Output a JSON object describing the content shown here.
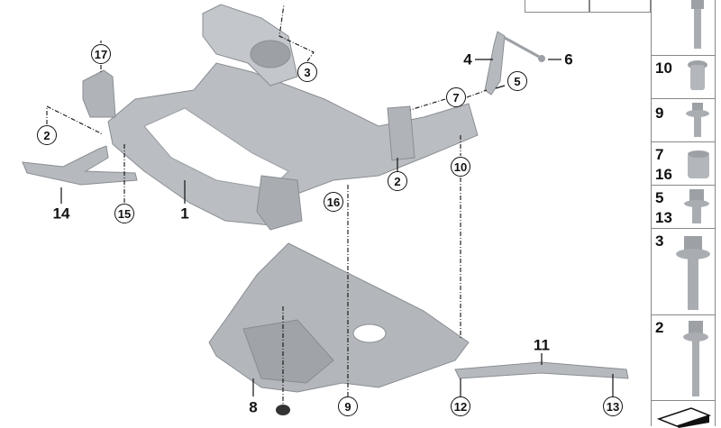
{
  "diagram": {
    "plain_callouts": [
      "1",
      "4",
      "6",
      "8",
      "11",
      "14"
    ],
    "circled_callouts": [
      "17",
      "3",
      "2",
      "7",
      "5",
      "2",
      "10",
      "16",
      "15",
      "9",
      "12",
      "13"
    ]
  },
  "parts_column": {
    "cells": [
      {
        "labels": [],
        "icon": "long-bolt-icon"
      },
      {
        "labels": [
          "10"
        ],
        "icon": "rivet-nut-icon"
      },
      {
        "labels": [
          "9"
        ],
        "icon": "flange-bolt-icon"
      },
      {
        "labels": [
          "7",
          "16"
        ],
        "icon": "bushing-sleeve-icon"
      },
      {
        "labels": [
          "5",
          "13"
        ],
        "icon": "hex-bolt-icon"
      },
      {
        "labels": [
          "3"
        ],
        "icon": "collar-bolt-icon"
      },
      {
        "labels": [
          "2"
        ],
        "icon": "long-hex-bolt-icon"
      },
      {
        "labels": [],
        "icon": "arrow-box-icon"
      }
    ]
  },
  "colors": {
    "part_fill": "#b9bcc0",
    "part_dark": "#8e9297",
    "line": "#111111",
    "border": "#888888"
  }
}
